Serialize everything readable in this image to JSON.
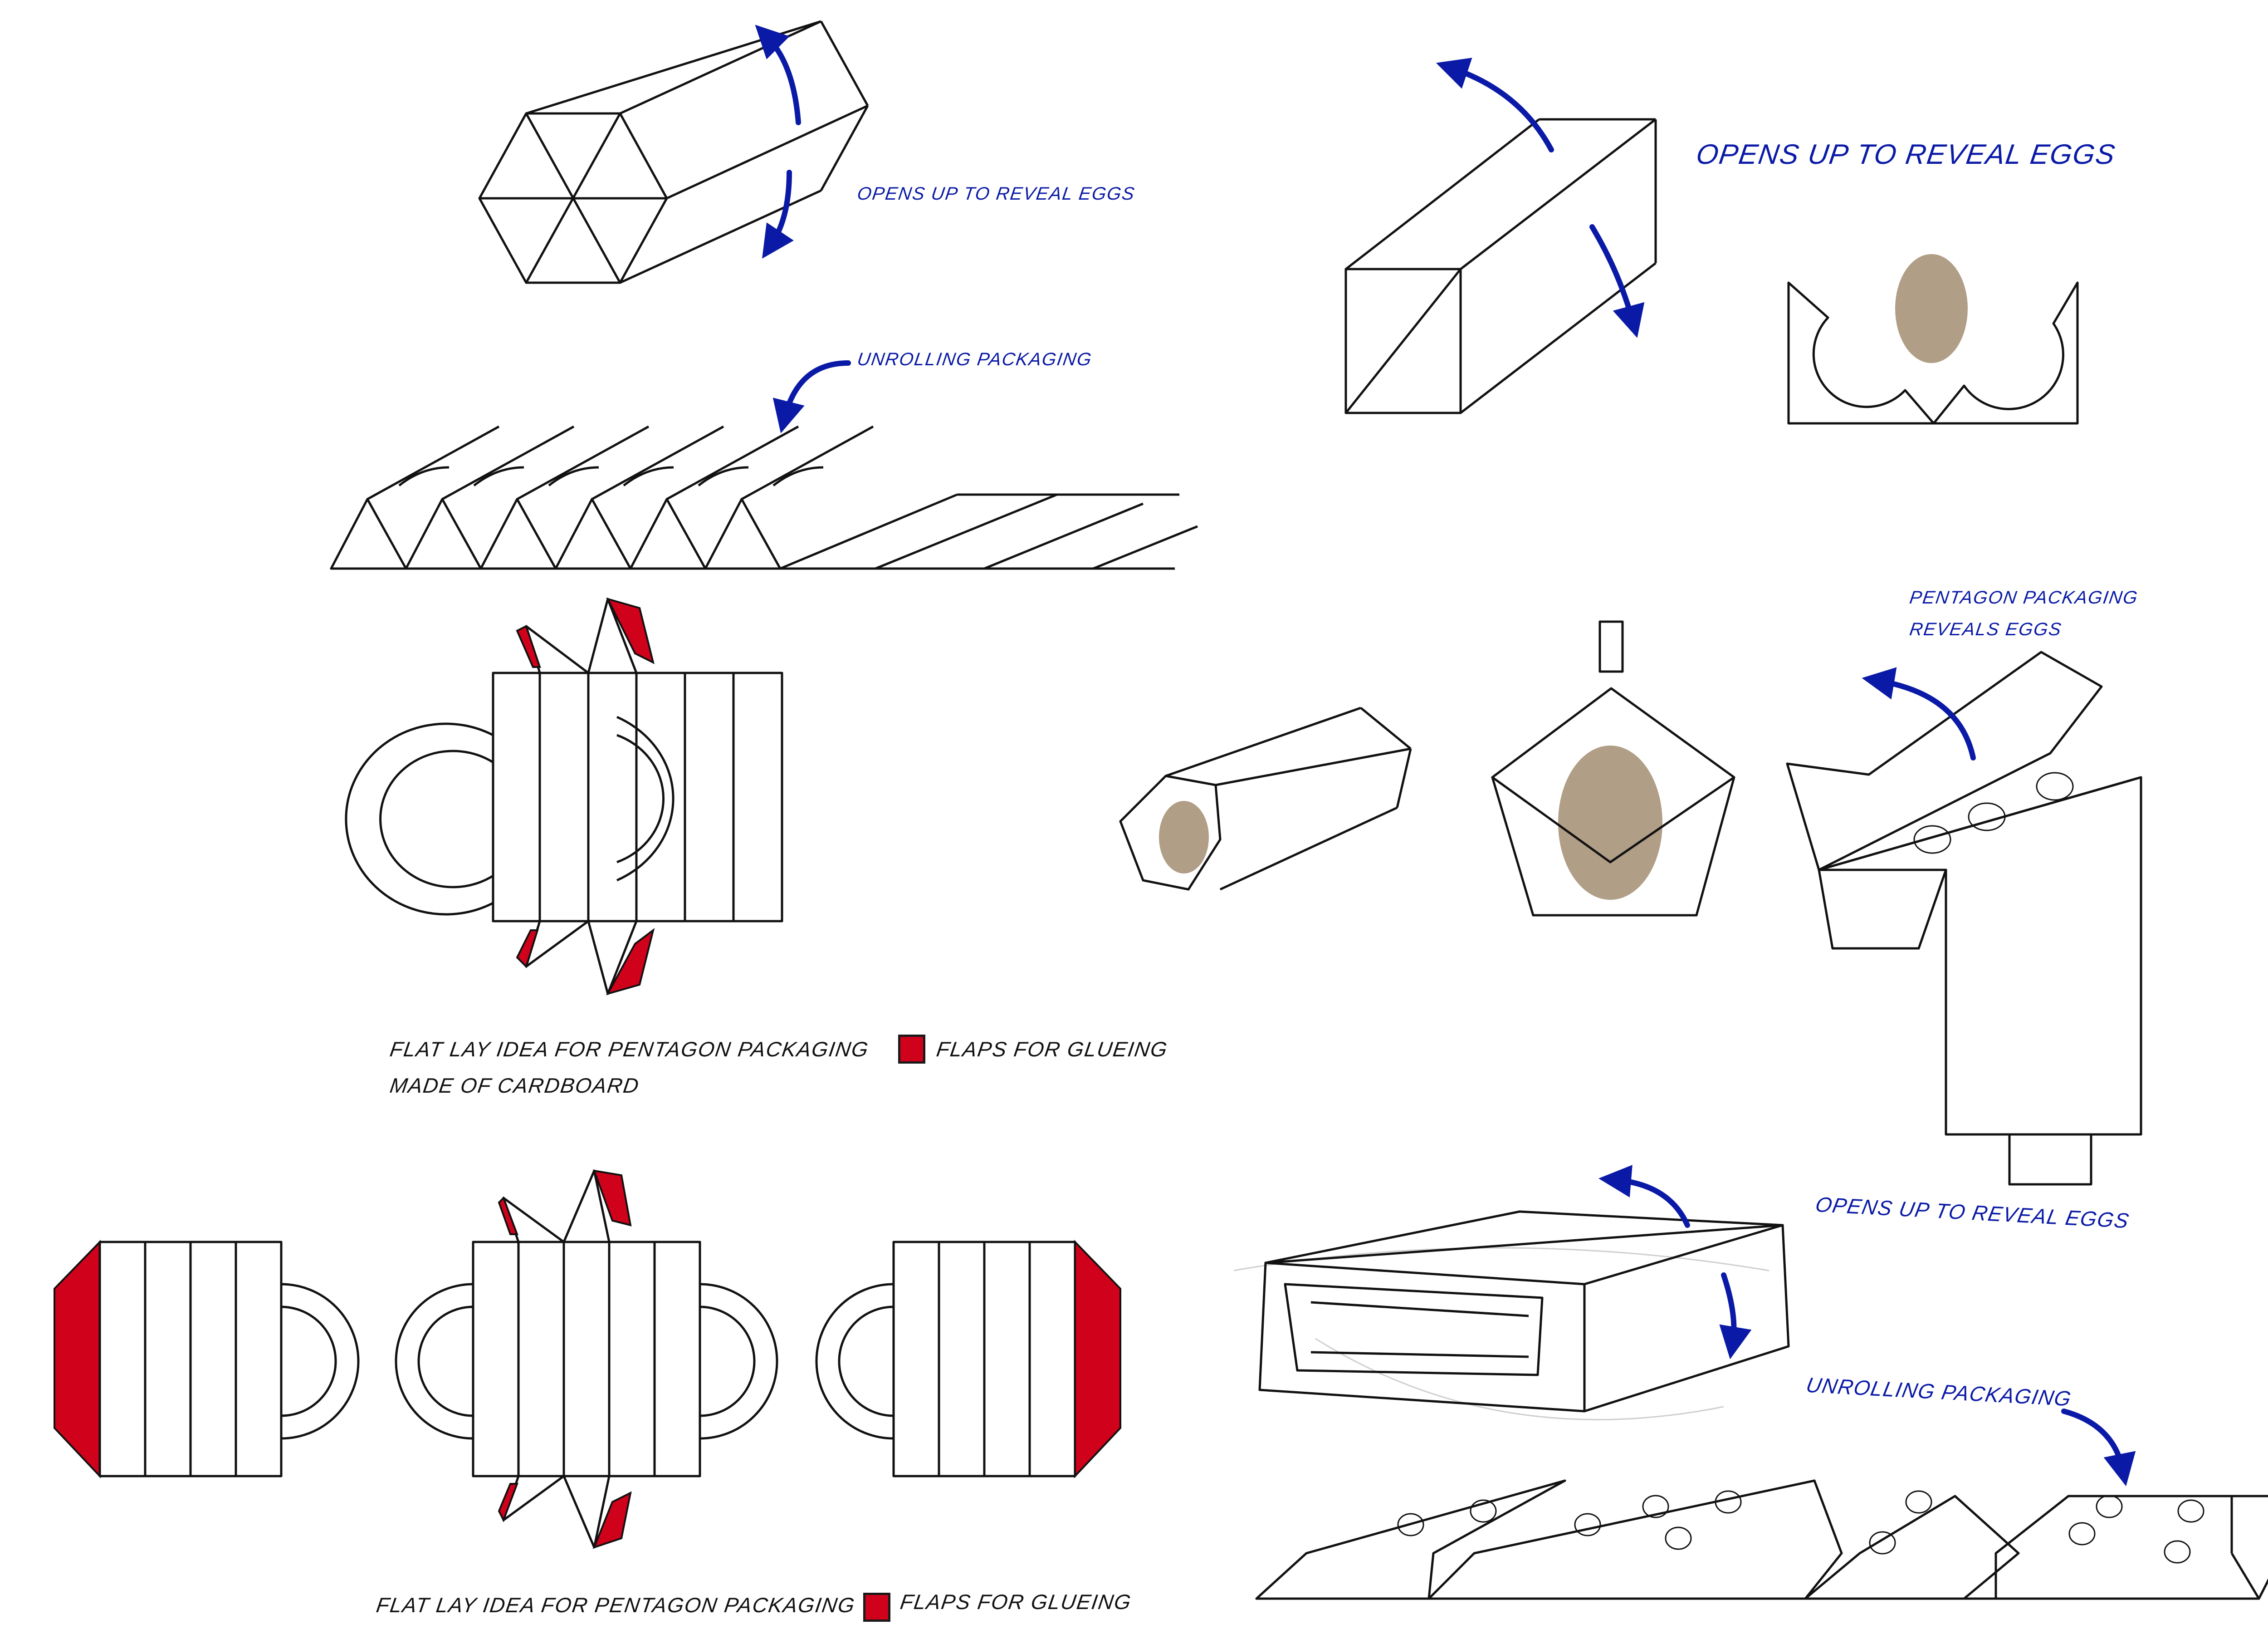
{
  "title": "Egg packaging concept sketches",
  "colors": {
    "annotation": "#0a1aa6",
    "outline": "#111111",
    "glue_flap": "#d0021b",
    "egg": "#b09e86",
    "background": "#ffffff"
  },
  "annotations": {
    "hex_opens": "OPENS UP TO REVEAL EGGS",
    "hex_unrolling": "UNROLLING PACKAGING",
    "box_opens": "OPENS UP TO REVEAL EGGS",
    "pentagon_line1": "PENTAGON PACKAGING",
    "pentagon_line2": "REVEALS EGGS",
    "tray_opens": "OPENS UP TO REVEAL EGGS",
    "tray_unrolling": "UNROLLING PACKAGING"
  },
  "captions": {
    "flatlay1_line1": "FLAT LAY IDEA FOR PENTAGON PACKAGING",
    "flatlay1_line2": "MADE OF CARDBOARD",
    "flatlay2_line1": "FLAT LAY IDEA FOR PENTAGON PACKAGING"
  },
  "legend": {
    "flaps_1": "FLAPS FOR GLUEING",
    "flaps_2": "FLAPS FOR GLUEING"
  },
  "sketches": [
    {
      "name": "hexagonal-prism-box",
      "icon": "hexagon-prism"
    },
    {
      "name": "unrolling-triangular-strip",
      "icon": "triangle-strip"
    },
    {
      "name": "rectangular-box",
      "icon": "box"
    },
    {
      "name": "egg-cross-section",
      "icon": "egg"
    },
    {
      "name": "flat-lay-pentagon-net-1",
      "icon": "net"
    },
    {
      "name": "pentagon-prism-side",
      "icon": "pentagon-prism"
    },
    {
      "name": "pentagon-front-with-egg",
      "icon": "pentagon"
    },
    {
      "name": "pentagon-open-dispenser",
      "icon": "dispenser"
    },
    {
      "name": "flat-lay-pentagon-net-2",
      "icon": "net"
    },
    {
      "name": "tray-box",
      "icon": "tray"
    },
    {
      "name": "unrolling-tray-strip",
      "icon": "tray-strip"
    }
  ]
}
